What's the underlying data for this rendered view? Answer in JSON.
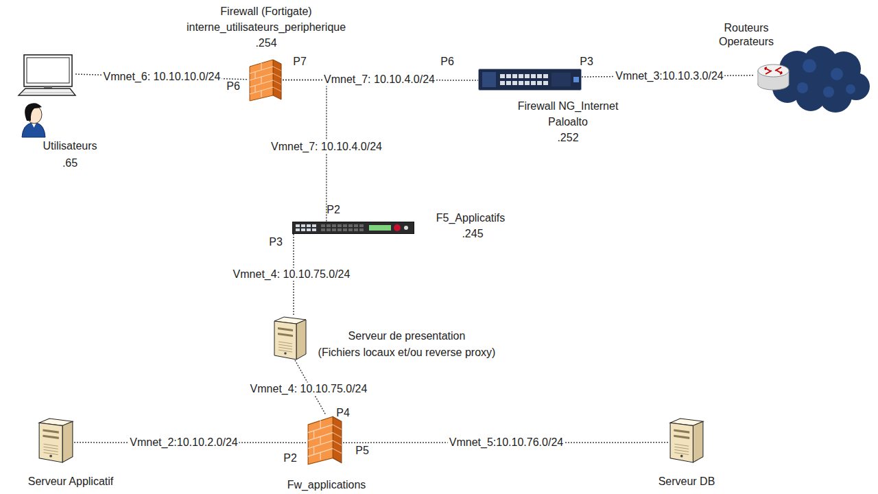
{
  "diagram": {
    "nodes": [
      {
        "text": [
          "Utilisateurs",
          ".65"
        ]
      },
      {
        "text": [
          "Firewall (Fortigate)",
          "interne_utilisateurs_peripherique",
          ".254"
        ]
      },
      {
        "text": [
          "Firewall NG_Internet",
          "Paloalto",
          ".252"
        ]
      },
      {
        "text": [
          "Routeurs Operateurs"
        ]
      },
      {
        "text": [
          "F5_Applicatifs",
          ".245"
        ]
      },
      {
        "text": [
          "Serveur de presentation",
          "(Fichiers locaux et/ou reverse proxy)"
        ]
      },
      {
        "text": [
          "Serveur Applicatif"
        ]
      },
      {
        "text": [
          "Fw_applications"
        ]
      },
      {
        "text": [
          "Serveur DB"
        ]
      }
    ],
    "edges": [
      {
        "from": 0,
        "to": 1,
        "label": "Vmnet_6: 10.10.10.0/24",
        "arrow": "none"
      },
      {
        "from": 1,
        "to": 2,
        "label": "Vmnet_7: 10.10.4.0/24",
        "arrow": "none"
      },
      {
        "from": 1,
        "to": 4,
        "label": "Vmnet_7: 10.10.4.0/24",
        "arrow": "none"
      },
      {
        "from": 2,
        "to": 3,
        "label": "Vmnet_3:10.10.3.0/24",
        "arrow": "none"
      },
      {
        "from": 4,
        "to": 5,
        "label": "Vmnet_4: 10.10.75.0/24",
        "arrow": "none"
      },
      {
        "from": 5,
        "to": 7,
        "label": "Vmnet_4: 10.10.75.0/24",
        "arrow": "none"
      },
      {
        "from": 6,
        "to": 7,
        "label": "Vmnet_2:10.10.2.0/24",
        "arrow": "none"
      },
      {
        "from": 7,
        "to": 8,
        "label": "Vmnet_5:10.10.76.0/24",
        "arrow": "none"
      }
    ],
    "labels": [
      "P7",
      "P6",
      "P6",
      "P3",
      "P2",
      "P3",
      "P4",
      "P2",
      "P5"
    ]
  }
}
